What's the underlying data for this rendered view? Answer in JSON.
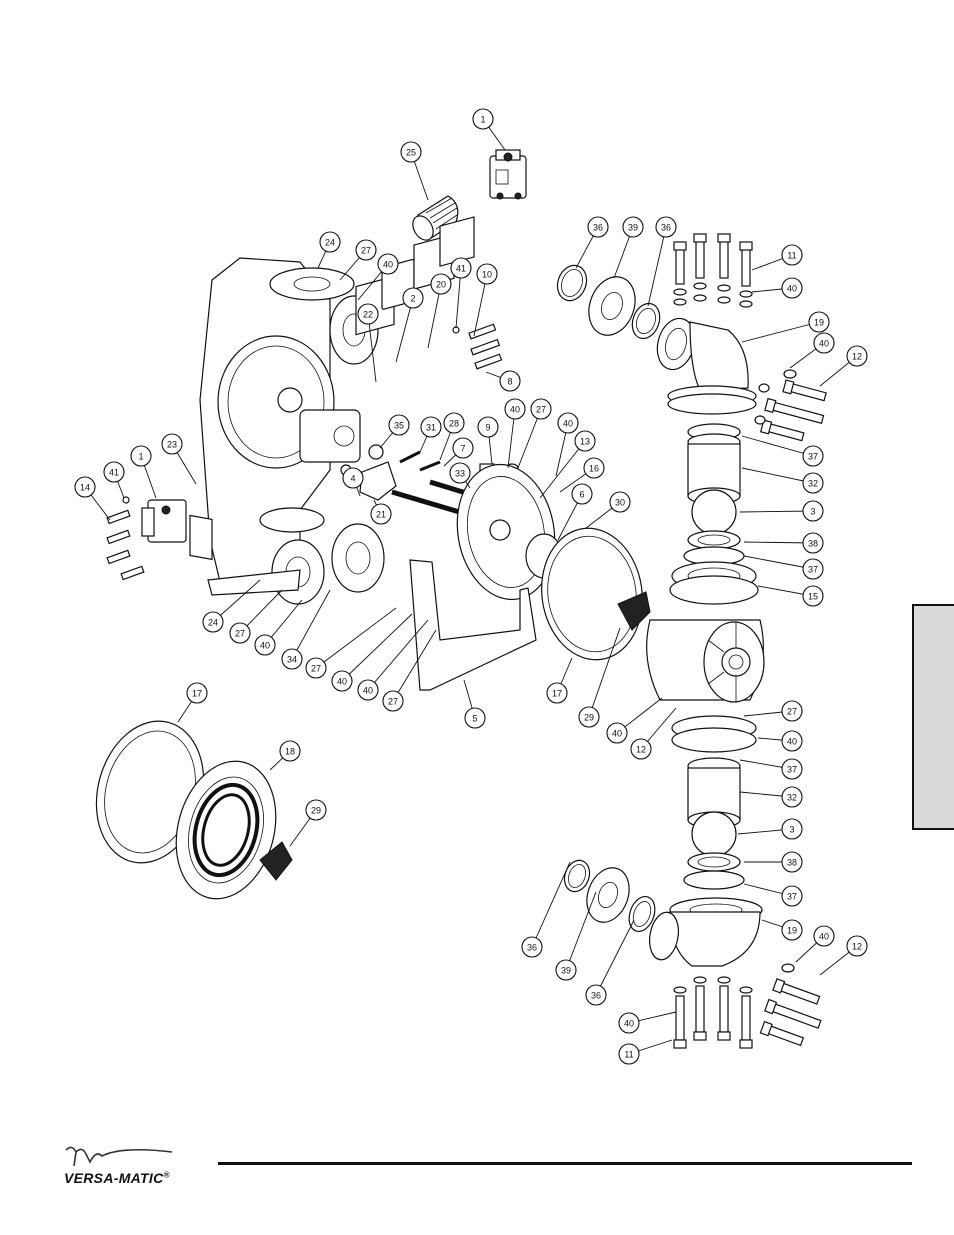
{
  "brand": {
    "logo_mark": "VM",
    "name": "VERSA-MATIC",
    "registered": "®"
  },
  "callouts": [
    "1",
    "25",
    "36",
    "39",
    "36",
    "11",
    "40",
    "24",
    "27",
    "40",
    "41",
    "10",
    "20",
    "2",
    "22",
    "8",
    "19",
    "40",
    "12",
    "9",
    "40",
    "27",
    "40",
    "13",
    "35",
    "31",
    "28",
    "7",
    "33",
    "16",
    "6",
    "30",
    "37",
    "32",
    "3",
    "38",
    "37",
    "15",
    "1",
    "23",
    "41",
    "14",
    "4",
    "21",
    "24",
    "27",
    "40",
    "34",
    "27",
    "40",
    "40",
    "27",
    "5",
    "17",
    "29",
    "40",
    "12",
    "27",
    "40",
    "37",
    "32",
    "3",
    "17",
    "18",
    "29",
    "38",
    "37",
    "36",
    "39",
    "36",
    "19",
    "40",
    "12",
    "40",
    "11"
  ],
  "side_tab": {
    "label": ""
  }
}
